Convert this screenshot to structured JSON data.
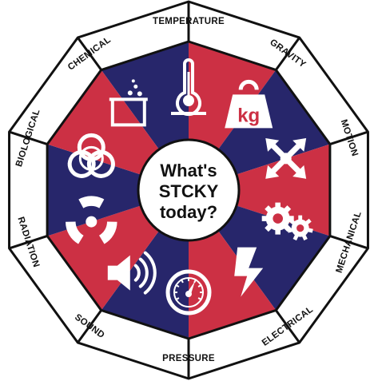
{
  "colors": {
    "red": "#cc3044",
    "blue": "#27266b",
    "icon": "#ffffff",
    "outline": "#111111",
    "ring": "#ffffff"
  },
  "center": {
    "line1": "What's",
    "line2": "STCKY",
    "line3": "today?"
  },
  "segments": [
    {
      "label": "TEMPERATURE",
      "color": "blue",
      "icon": "thermometer-icon"
    },
    {
      "label": "GRAVITY",
      "color": "red",
      "icon": "kg-weight-icon"
    },
    {
      "label": "MOTION",
      "color": "blue",
      "icon": "motion-arrows-icon"
    },
    {
      "label": "MECHANICAL",
      "color": "red",
      "icon": "gears-icon"
    },
    {
      "label": "ELECTRICAL",
      "color": "blue",
      "icon": "lightning-icon"
    },
    {
      "label": "PRESSURE",
      "color": "red",
      "icon": "pressure-gauge-icon"
    },
    {
      "label": "SOUND",
      "color": "blue",
      "icon": "speaker-icon"
    },
    {
      "label": "RADIATION",
      "color": "red",
      "icon": "radiation-icon"
    },
    {
      "label": "BIOLOGICAL",
      "color": "blue",
      "icon": "biohazard-icon"
    },
    {
      "label": "CHEMICAL",
      "color": "red",
      "icon": "beaker-icon"
    }
  ]
}
